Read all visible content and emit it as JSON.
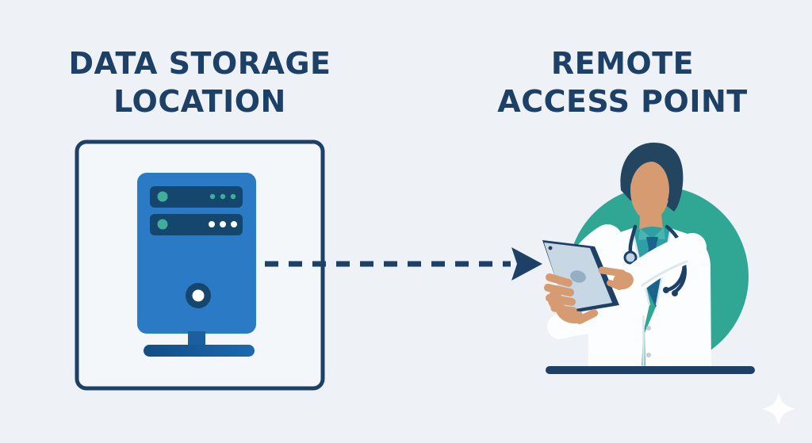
{
  "titles": {
    "left": {
      "line1": "DATA STORAGE",
      "line2": "LOCATION"
    },
    "right": {
      "line1": "REMOTE",
      "line2": "ACCESS POINT"
    }
  },
  "icons": {
    "server": "server-tower-icon",
    "arrow": "dashed-right-arrow-icon",
    "doctor": "doctor-with-tablet-illustration",
    "tablet": "tablet-icon",
    "stethoscope": "stethoscope-icon",
    "sparkle": "sparkle-icon"
  },
  "colors": {
    "background": "#eef1f5",
    "navy": "#1d4166",
    "box_fill": "#f4f7fa",
    "server_blue": "#2a7ac6",
    "server_panel": "#15466d",
    "server_stand": "#1b5f9f",
    "teal_accent": "#3fae9d",
    "white": "#ffffff",
    "doctor_circle_teal": "#30a795",
    "skin": "#d79b72",
    "hair": "#24455f",
    "shirt_teal": "#2e9fa4",
    "collar_teal": "#4ab4b0",
    "tie_navy": "#19648c",
    "cuff_teal": "#157f8d",
    "coat_white": "#fbfdfe",
    "coat_shadow": "#dfe7ee",
    "tablet_screen": "#c7d7e4",
    "tablet_oval": "#93afc4",
    "button_gray": "#c3cdd6"
  }
}
